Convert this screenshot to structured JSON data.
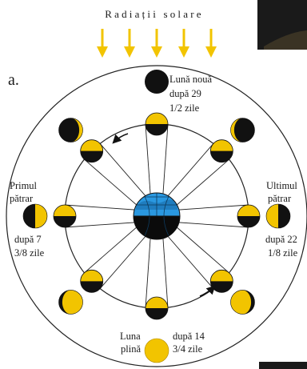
{
  "figure_label": "a.",
  "title": "Radiații solare",
  "colors": {
    "sun": "#f2c400",
    "sun_stroke": "#b08a00",
    "dark": "#111111",
    "orbit": "#222222",
    "earth_ocean": "#2a98e0",
    "earth_dark": "#0b0b0b",
    "arrow": "#f2c400",
    "corner": "#1a1a1a"
  },
  "labels": {
    "new_moon": [
      "Lună nouă",
      "după 29",
      "1/2 zile"
    ],
    "first_quarter": [
      "Primul",
      "pătrar"
    ],
    "first_quarter_days": [
      "după 7",
      "3/8 zile"
    ],
    "last_quarter": [
      "Ultimul",
      "pătrar"
    ],
    "last_quarter_days": [
      "după 22",
      "1/8 zile"
    ],
    "full_moon": [
      "Luna",
      "plină"
    ],
    "full_moon_days": [
      "după 14",
      "3/4 zile"
    ]
  },
  "icons": {
    "sun_rays": "down-arrow-icon",
    "orbit_direction": "curved-arrow-icon",
    "earth": "earth-globe-icon",
    "moon": "moon-phase-icon"
  }
}
